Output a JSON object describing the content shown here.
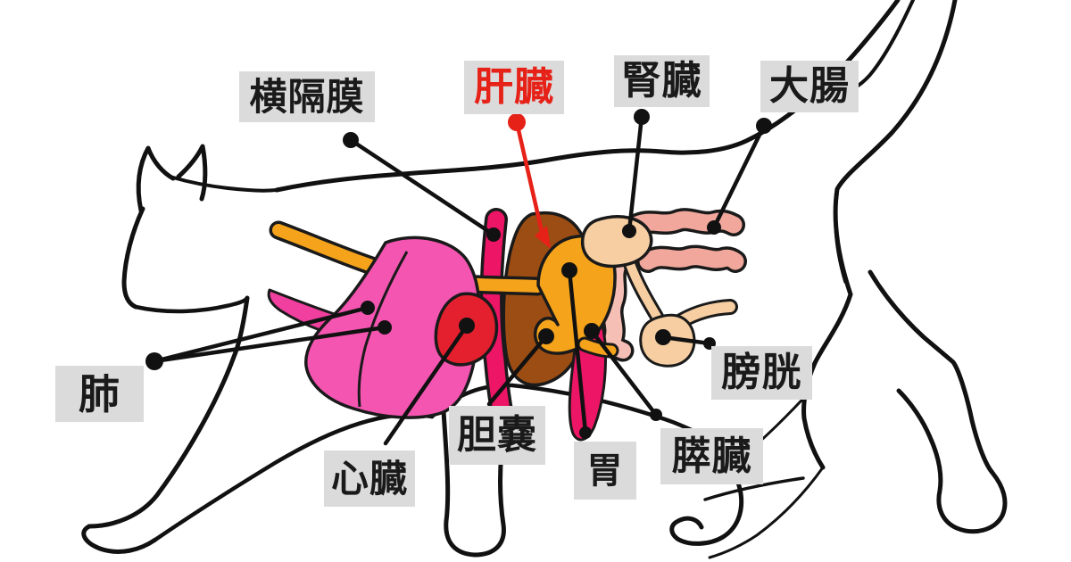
{
  "diagram": {
    "subject": "cat-internal-organs-anatomy",
    "language": "ja",
    "labels": [
      {
        "id": "diaphragm",
        "text": "横隔膜",
        "text_color": "#1a1a1a",
        "points_to": "diaphragm-band"
      },
      {
        "id": "liver",
        "text": "肝臓",
        "text_color": "#e62117",
        "points_to": "liver",
        "highlighted": true
      },
      {
        "id": "kidney",
        "text": "腎臓",
        "text_color": "#1a1a1a",
        "points_to": "kidney"
      },
      {
        "id": "large-intestine",
        "text": "大腸",
        "text_color": "#1a1a1a",
        "points_to": "large-intestine"
      },
      {
        "id": "lung",
        "text": "肺",
        "text_color": "#1a1a1a",
        "points_to": "lungs"
      },
      {
        "id": "heart",
        "text": "心臓",
        "text_color": "#1a1a1a",
        "points_to": "heart"
      },
      {
        "id": "gallbladder",
        "text": "胆嚢",
        "text_color": "#1a1a1a",
        "points_to": "gallbladder-area"
      },
      {
        "id": "stomach",
        "text": "胃",
        "text_color": "#1a1a1a",
        "points_to": "stomach"
      },
      {
        "id": "pancreas",
        "text": "膵臓",
        "text_color": "#1a1a1a",
        "points_to": "pancreas"
      },
      {
        "id": "bladder",
        "text": "膀胱",
        "text_color": "#1a1a1a",
        "points_to": "bladder"
      }
    ],
    "colors": {
      "background": "#ffffff",
      "label_background": "#dbdbdb",
      "leader_line": "#111111",
      "sketch_outline": "#111111",
      "highlight_red": "#e62117",
      "lung_pink": "#f355b1",
      "trachea_pink": "#f03f9e",
      "heart_red": "#e5202e",
      "diaphragm_pink": "#ed1565",
      "pancreas_pink": "#ed1565",
      "liver_brown": "#9c4d13",
      "stomach_orange": "#f5a31b",
      "esophagus_orange": "#f5a31b",
      "kidney_peach": "#f6cea2",
      "bladder_peach": "#f6cea2",
      "large_intestine_salmon": "#f1a79b",
      "small_intestine_pink": "#f6bfb5"
    }
  }
}
